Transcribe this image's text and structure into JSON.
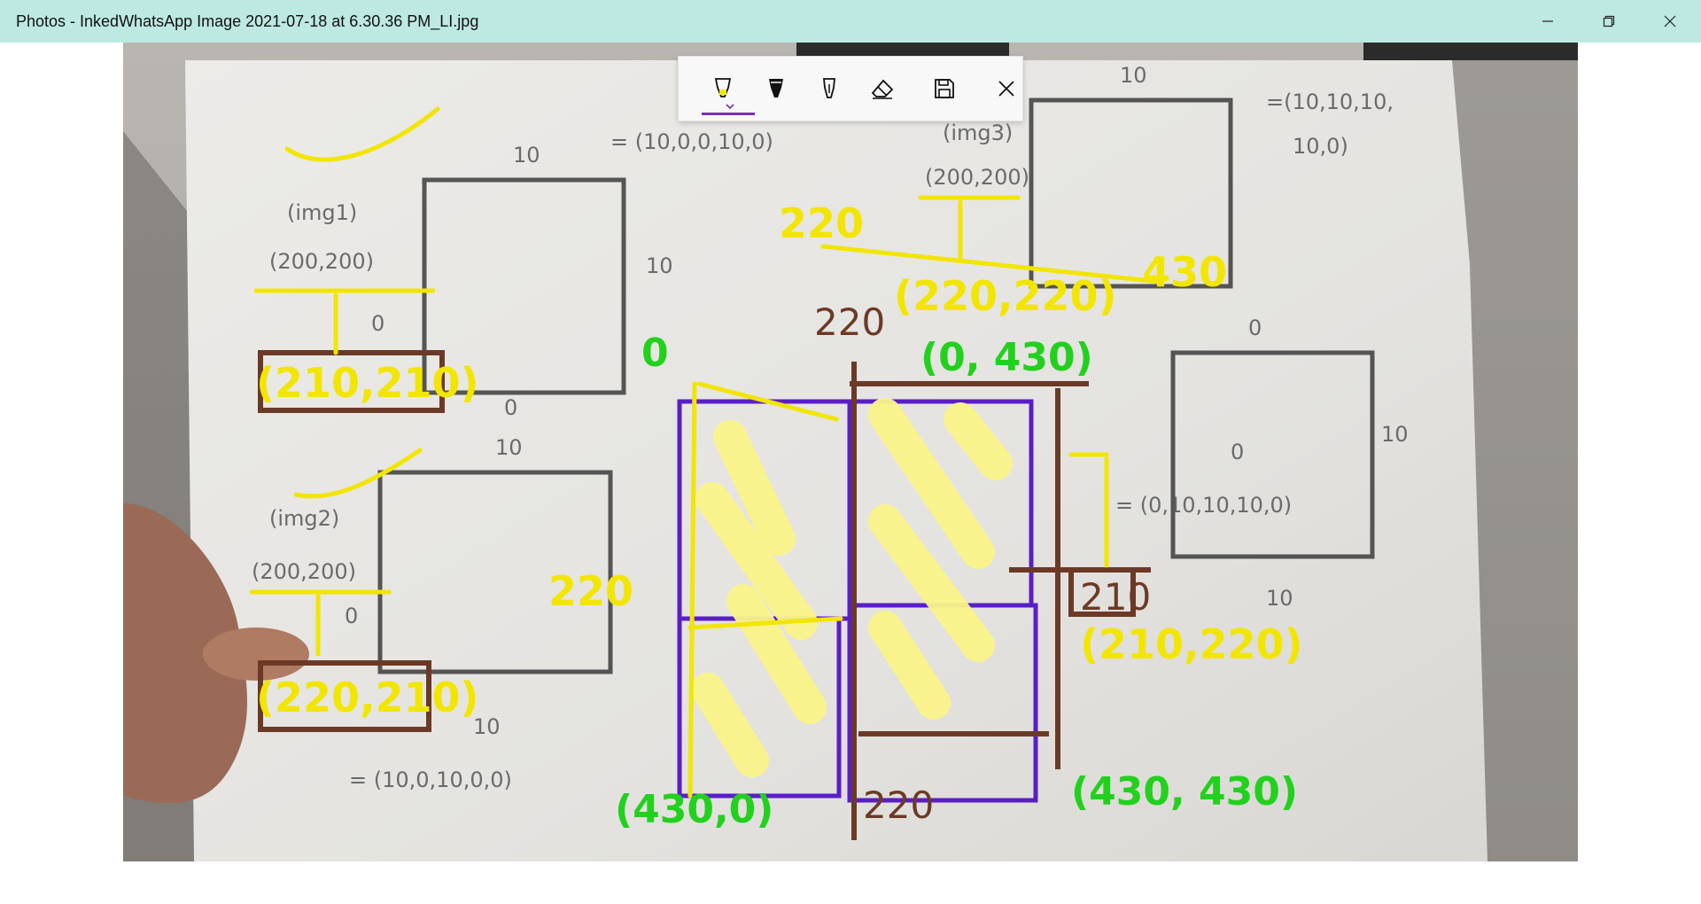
{
  "window": {
    "title": "Photos - InkedWhatsApp Image 2021-07-18 at 6.30.36 PM_LI.jpg",
    "controls": [
      "minimize-icon",
      "restore-icon",
      "close-icon"
    ]
  },
  "ink_toolbar": {
    "tools": [
      {
        "name": "ballpoint-pen",
        "icon": "pen-icon",
        "color": "#f2e600",
        "selected": true
      },
      {
        "name": "pencil",
        "icon": "pencil-icon",
        "color": "#111111",
        "selected": false
      },
      {
        "name": "calligraphy-pen",
        "icon": "calligraphy-pen-icon",
        "color": "#111111",
        "selected": false
      },
      {
        "name": "eraser",
        "icon": "eraser-icon",
        "selected": false
      },
      {
        "name": "save",
        "icon": "save-icon",
        "selected": false
      },
      {
        "name": "close",
        "icon": "close-icon",
        "selected": false
      }
    ],
    "accent": "#7b2fb3"
  },
  "photo": {
    "paper_labels": [
      "10",
      "= (10,0,0,10,0)",
      "(img3)",
      "(200,200)",
      "10",
      "=(10,10,10,",
      "10,0)",
      "(img1)",
      "(200,200)",
      "10",
      "0",
      "0",
      "10",
      "(img2)",
      "(200,200)",
      "0",
      "10",
      "= (10,0,10,0,0)",
      "0",
      "10",
      "0",
      "10",
      "= (0,10,10,10,0)"
    ],
    "ink_yellow": [
      "220",
      "430",
      "(220,220)",
      "(210,210)",
      "(220,210)",
      "220",
      "(210,220)"
    ],
    "ink_green": [
      "0",
      "(0, 430)",
      "(430,0)",
      "(430, 430)"
    ],
    "ink_brown": [
      "220",
      "220",
      "210"
    ],
    "colors": {
      "yellow": "#f2e600",
      "green": "#22d11d",
      "brown": "#6b3a26",
      "purple": "#5a1ec8",
      "highlight": "#fbf48a"
    }
  }
}
